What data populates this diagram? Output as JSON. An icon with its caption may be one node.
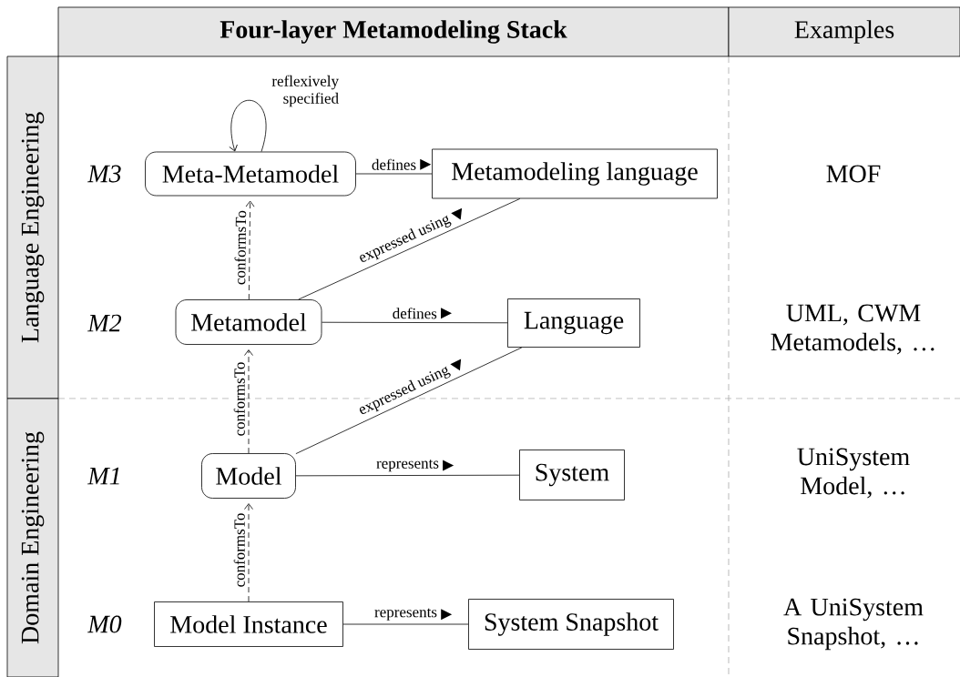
{
  "diagram": {
    "nodes": [
      {
        "text": [
          "Four-layer Metamodeling Stack"
        ]
      },
      {
        "text": [
          "Examples"
        ]
      },
      {
        "text": [
          "Language Engineering"
        ]
      },
      {
        "text": [
          "Domain Engineering"
        ]
      },
      {
        "text": [
          "Meta-Metamodel"
        ]
      },
      {
        "text": [
          "Metamodeling language"
        ]
      },
      {
        "text": [
          "Metamodel"
        ]
      },
      {
        "text": [
          "Language"
        ]
      },
      {
        "text": [
          "Model"
        ]
      },
      {
        "text": [
          "System"
        ]
      },
      {
        "text": [
          "Model Instance"
        ]
      },
      {
        "text": [
          "System Snapshot"
        ]
      }
    ],
    "edges": [
      {
        "from": 4,
        "to": 4,
        "arrow": "to",
        "label": "reflexively specified"
      },
      {
        "from": 4,
        "to": 5,
        "arrow": "none",
        "label": "defines"
      },
      {
        "from": 6,
        "to": 4,
        "arrow": "to",
        "label": "conformsTo",
        "style": "dashed"
      },
      {
        "from": 6,
        "to": 5,
        "arrow": "none",
        "label": "expressed using"
      },
      {
        "from": 6,
        "to": 7,
        "arrow": "none",
        "label": "defines"
      },
      {
        "from": 8,
        "to": 6,
        "arrow": "to",
        "label": "conformsTo",
        "style": "dashed"
      },
      {
        "from": 8,
        "to": 7,
        "arrow": "none",
        "label": "expressed using"
      },
      {
        "from": 8,
        "to": 9,
        "arrow": "none",
        "label": "represents"
      },
      {
        "from": 10,
        "to": 8,
        "arrow": "to",
        "label": "conformsTo",
        "style": "dashed"
      },
      {
        "from": 10,
        "to": 11,
        "arrow": "none",
        "label": "represents"
      }
    ],
    "labels": [
      "M3",
      "MOF",
      "M2",
      "UML, CWM Metamodels, …",
      "M1",
      "UniSystem Model, …",
      "M0",
      "A UniSystem Snapshot, …"
    ]
  }
}
